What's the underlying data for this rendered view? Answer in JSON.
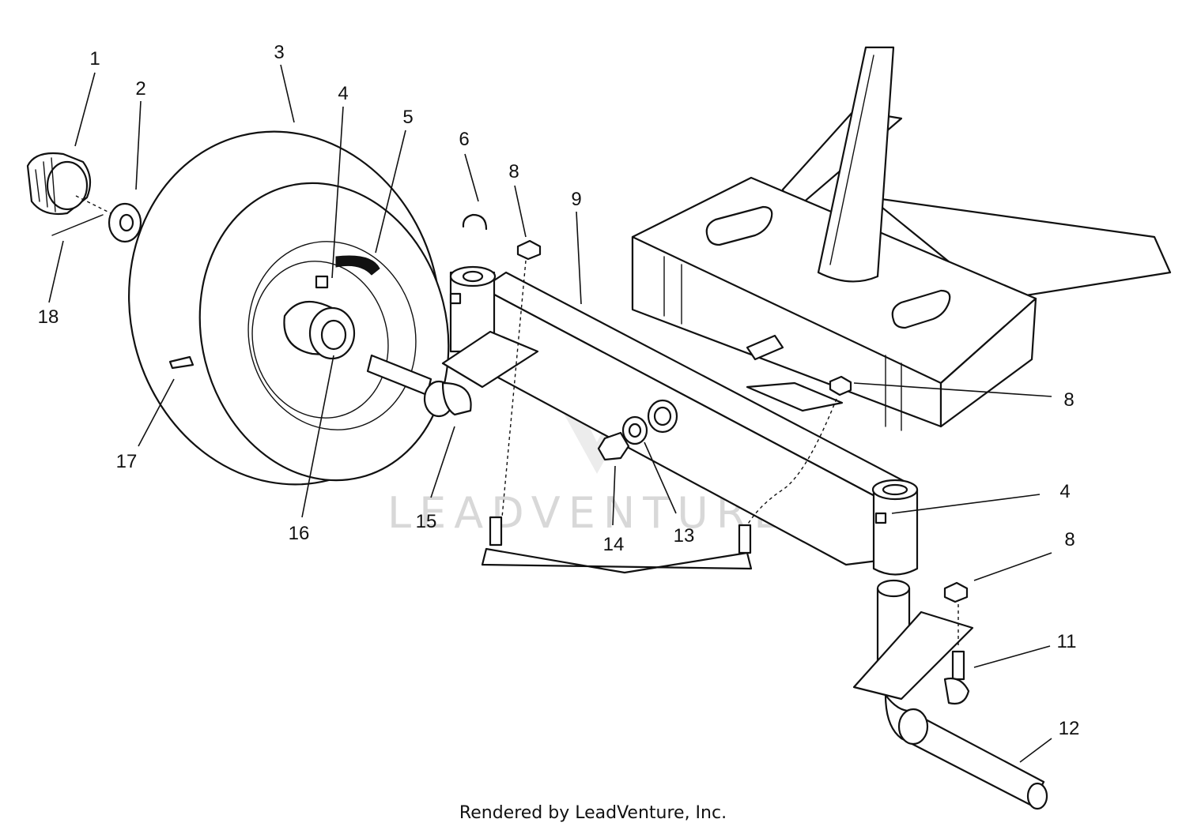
{
  "diagram": {
    "callouts": [
      {
        "id": "c1",
        "label": "1"
      },
      {
        "id": "c2",
        "label": "2"
      },
      {
        "id": "c3",
        "label": "3"
      },
      {
        "id": "c4a",
        "label": "4"
      },
      {
        "id": "c5",
        "label": "5"
      },
      {
        "id": "c6",
        "label": "6"
      },
      {
        "id": "c8a",
        "label": "8"
      },
      {
        "id": "c9",
        "label": "9"
      },
      {
        "id": "c18",
        "label": "18"
      },
      {
        "id": "c8b",
        "label": "8"
      },
      {
        "id": "c17",
        "label": "17"
      },
      {
        "id": "c4b",
        "label": "4"
      },
      {
        "id": "c15",
        "label": "15"
      },
      {
        "id": "c16",
        "label": "16"
      },
      {
        "id": "c14",
        "label": "14"
      },
      {
        "id": "c13",
        "label": "13"
      },
      {
        "id": "c8c",
        "label": "8"
      },
      {
        "id": "c11",
        "label": "11"
      },
      {
        "id": "c12",
        "label": "12"
      }
    ],
    "watermark": "LEADVENTURE",
    "credit": "Rendered by LeadVenture, Inc."
  }
}
